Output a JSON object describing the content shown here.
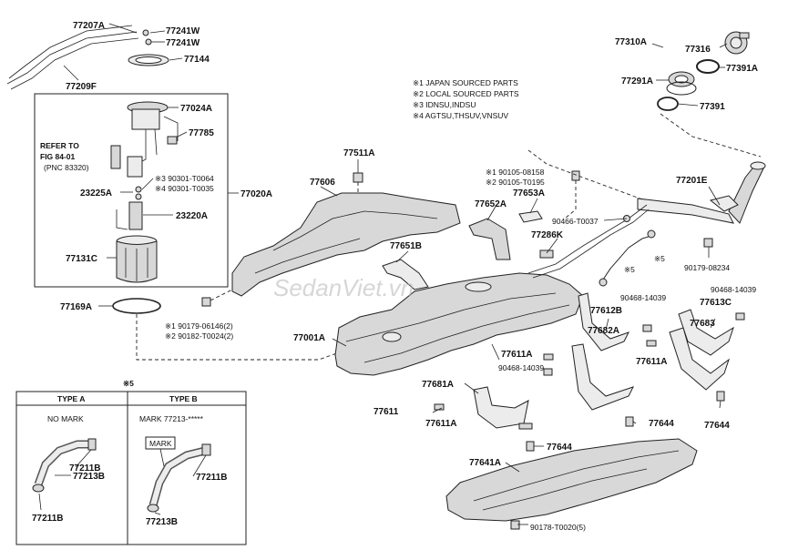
{
  "notes": [
    "※1 JAPAN SOURCED PARTS",
    "※2 LOCAL SOURCED PARTS",
    "※3 IDNSU,INDSU",
    "※4 AGTSU,THSUV,VNSUV"
  ],
  "labels": {
    "p77207A": "77207A",
    "p77241W_1": "77241W",
    "p77241W_2": "77241W",
    "p77144": "77144",
    "p77209F": "77209F",
    "p77024A": "77024A",
    "p77785": "77785",
    "refer1": "REFER TO",
    "refer2": "FIG 84-01",
    "refer3": "(PNC 83320)",
    "p390301": "※3 90301-T0064",
    "p490301": "※4 90301-T0035",
    "p23225A": "23225A",
    "p77020A": "77020A",
    "p23220A": "23220A",
    "p77131C": "77131C",
    "p77169A": "77169A",
    "p77511A": "77511A",
    "p77606": "77606",
    "p90105a": "※1 90105-08158",
    "p90105b": "※2 90105-T0195",
    "p77653A": "77653A",
    "p77652A": "77652A",
    "p90466": "90466-T0037",
    "p77286K": "77286K",
    "p77651B": "77651B",
    "p90179a": "※1 90179-06146(2)",
    "p90182": "※2 90182-T0024(2)",
    "p77001A": "77001A",
    "p77310A": "77310A",
    "p77316": "77316",
    "p77391A": "77391A",
    "p77291A": "77291A",
    "p77391": "77391",
    "p77201E": "77201E",
    "s5a": "※5",
    "s5b": "※5",
    "p90179b": "90179-08234",
    "p90468a": "90468-14039",
    "p90468b": "90468-14039",
    "p90468c": "90468-14039",
    "p77612B": "77612B",
    "p77613C": "77613C",
    "p77682A": "77682A",
    "p77683": "77683",
    "p77611A_1": "77611A",
    "p77611A_2": "77611A",
    "p77611A_3": "77611A",
    "p77681A": "77681A",
    "p77611": "77611",
    "p77644_1": "77644",
    "p77644_2": "77644",
    "p77644_3": "77644",
    "p77641A": "77641A",
    "p90178": "90178-T0020(5)"
  },
  "inset": {
    "marker": "※5",
    "type_a": "TYPE A",
    "type_b": "TYPE B",
    "no_mark": "NO MARK",
    "mark_b": "MARK 77213-*****",
    "mark_tag": "MARK",
    "a_211B_top": "77211B",
    "a_213B": "77213B",
    "a_211B_bottom": "77211B",
    "b_211B": "77211B",
    "b_213B": "77213B"
  },
  "watermark": "SedanViet.vn"
}
